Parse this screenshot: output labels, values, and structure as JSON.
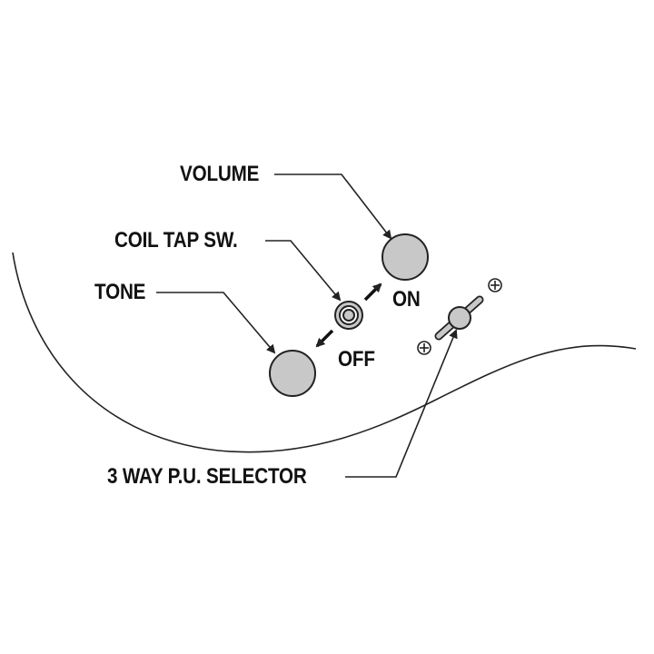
{
  "labels": {
    "volume": "VOLUME",
    "coil_tap": "COIL TAP SW.",
    "tone": "TONE",
    "on": "ON",
    "off": "OFF",
    "selector": "3 WAY P.U. SELECTOR"
  },
  "colors": {
    "background": "#ffffff",
    "knob_fill": "#c8c8c8",
    "line": "#222222",
    "text": "#111111"
  }
}
